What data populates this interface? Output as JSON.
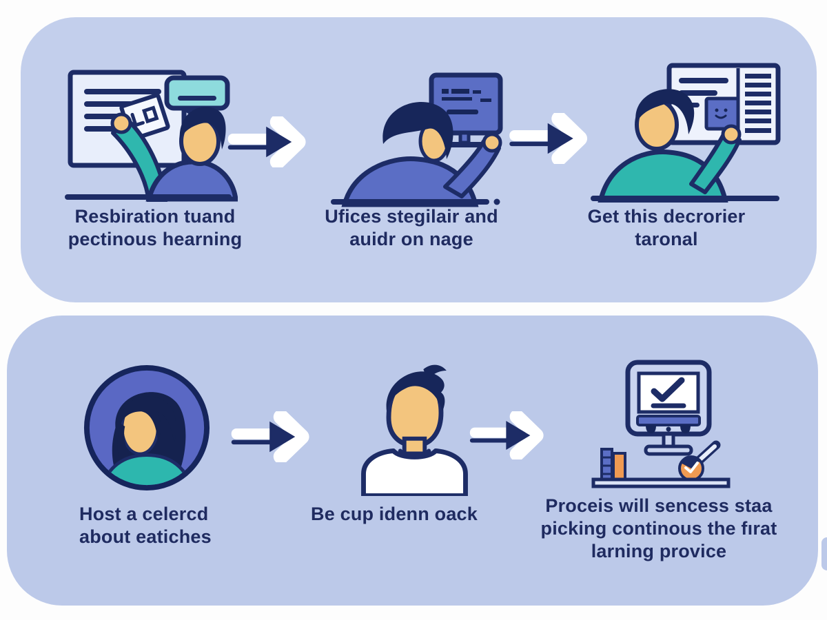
{
  "title": "Two-row process infographic",
  "colors": {
    "background": "#ffffff",
    "panel_top": "#c3cfec",
    "panel_bottom": "#bcc9e9",
    "text_navy": "#1f2b60",
    "outline_navy": "#1d2c66",
    "shirt_blue": "#5b6ec5",
    "teal": "#2fb7ae",
    "bubble_teal": "#8edbdd",
    "skin_tan": "#f3c57e",
    "hair_navy": "#17265a",
    "orange": "#f09a52",
    "arrow_white": "#ffffff"
  },
  "rows": [
    {
      "name": "top-row",
      "steps": [
        {
          "icon": "person-presenting-board-icon",
          "lines": [
            "Resbiration tuand",
            "pectinous hearning"
          ]
        },
        {
          "icon": "person-at-monitor-icon",
          "lines": [
            "Ufices stegilair and",
            "auidr on nage"
          ]
        },
        {
          "icon": "person-sticky-note-board-icon",
          "lines": [
            "Get this decrorier",
            "taronal"
          ]
        }
      ]
    },
    {
      "name": "bottom-row",
      "steps": [
        {
          "icon": "woman-avatar-icon",
          "lines": [
            "Host a celercd",
            "about eatiches"
          ]
        },
        {
          "icon": "man-bust-icon",
          "lines": [
            "Be cup idenn oack"
          ]
        },
        {
          "icon": "computer-checkmark-icon",
          "lines": [
            "Proceis will sencess staa",
            "picking continous the fırat",
            "larning provice"
          ]
        }
      ]
    }
  ]
}
